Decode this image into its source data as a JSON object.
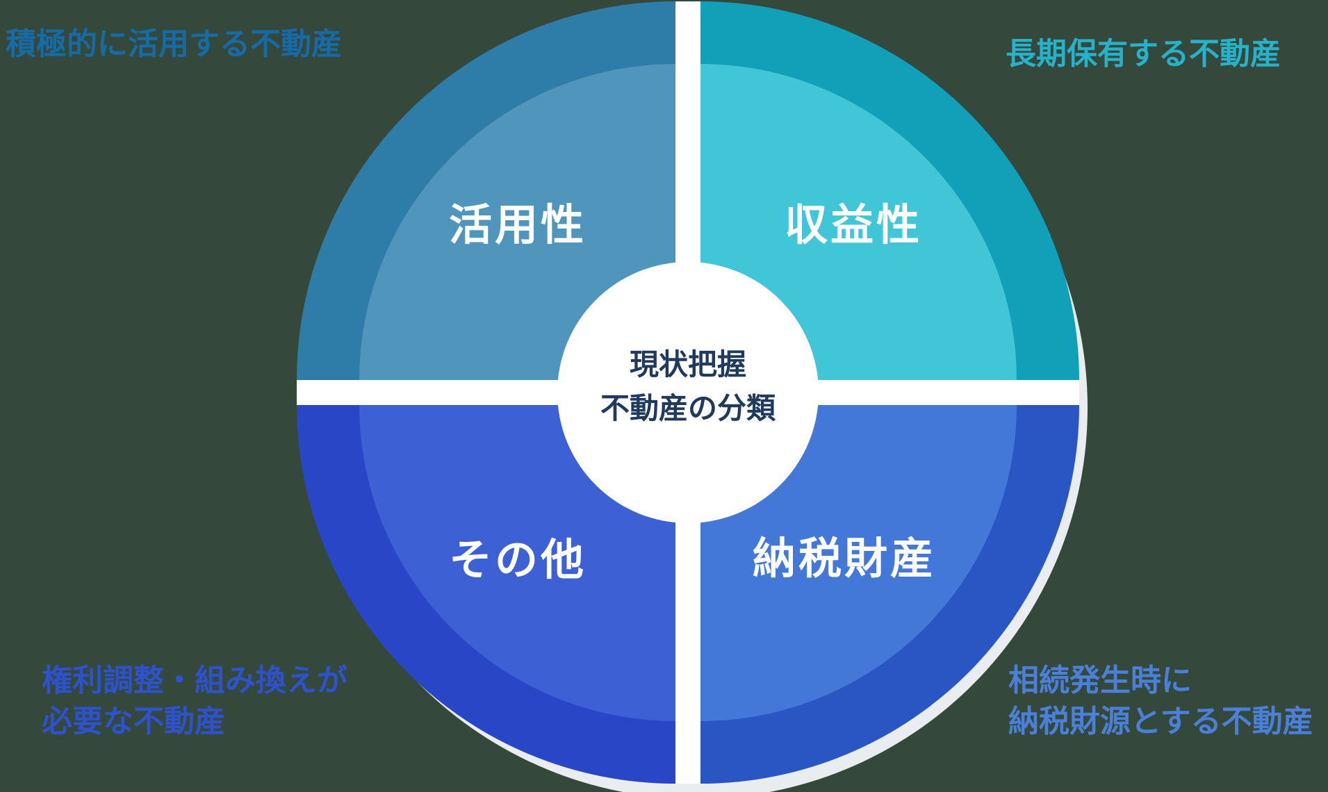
{
  "background": "#34483c",
  "colors": {
    "gap": "#ffffff",
    "shadow": "#e9edf0",
    "center_circle": "#ffffff",
    "center_text": "#1f3a5d",
    "label_text": "#ffffff"
  },
  "diagram": {
    "center": {
      "line1": "現状把握",
      "line2": "不動産の分類"
    },
    "quadrants": {
      "top_left": {
        "label": "活用性",
        "outer_color": "#2d7da8",
        "inner_color": "#5095bb",
        "annotation": "積極的に活用する不動産",
        "annotation_color": "#166ba6"
      },
      "top_right": {
        "label": "収益性",
        "outer_color": "#12a0b8",
        "inner_color": "#40c6d7",
        "annotation": "長期保有する不動産",
        "annotation_color": "#27b2c9"
      },
      "bottom_left": {
        "label": "その他",
        "outer_color": "#2846c6",
        "inner_color": "#3d60d4",
        "annotation_line1": "権利調整・組み換えが",
        "annotation_line2": "必要な不動産",
        "annotation_color": "#2d52cc"
      },
      "bottom_right": {
        "label": "納税財産",
        "outer_color": "#2a56c4",
        "inner_color": "#4478d8",
        "annotation_line1": "相続発生時に",
        "annotation_line2": "納税財源とする不動産",
        "annotation_color": "#4b80d8"
      }
    }
  }
}
